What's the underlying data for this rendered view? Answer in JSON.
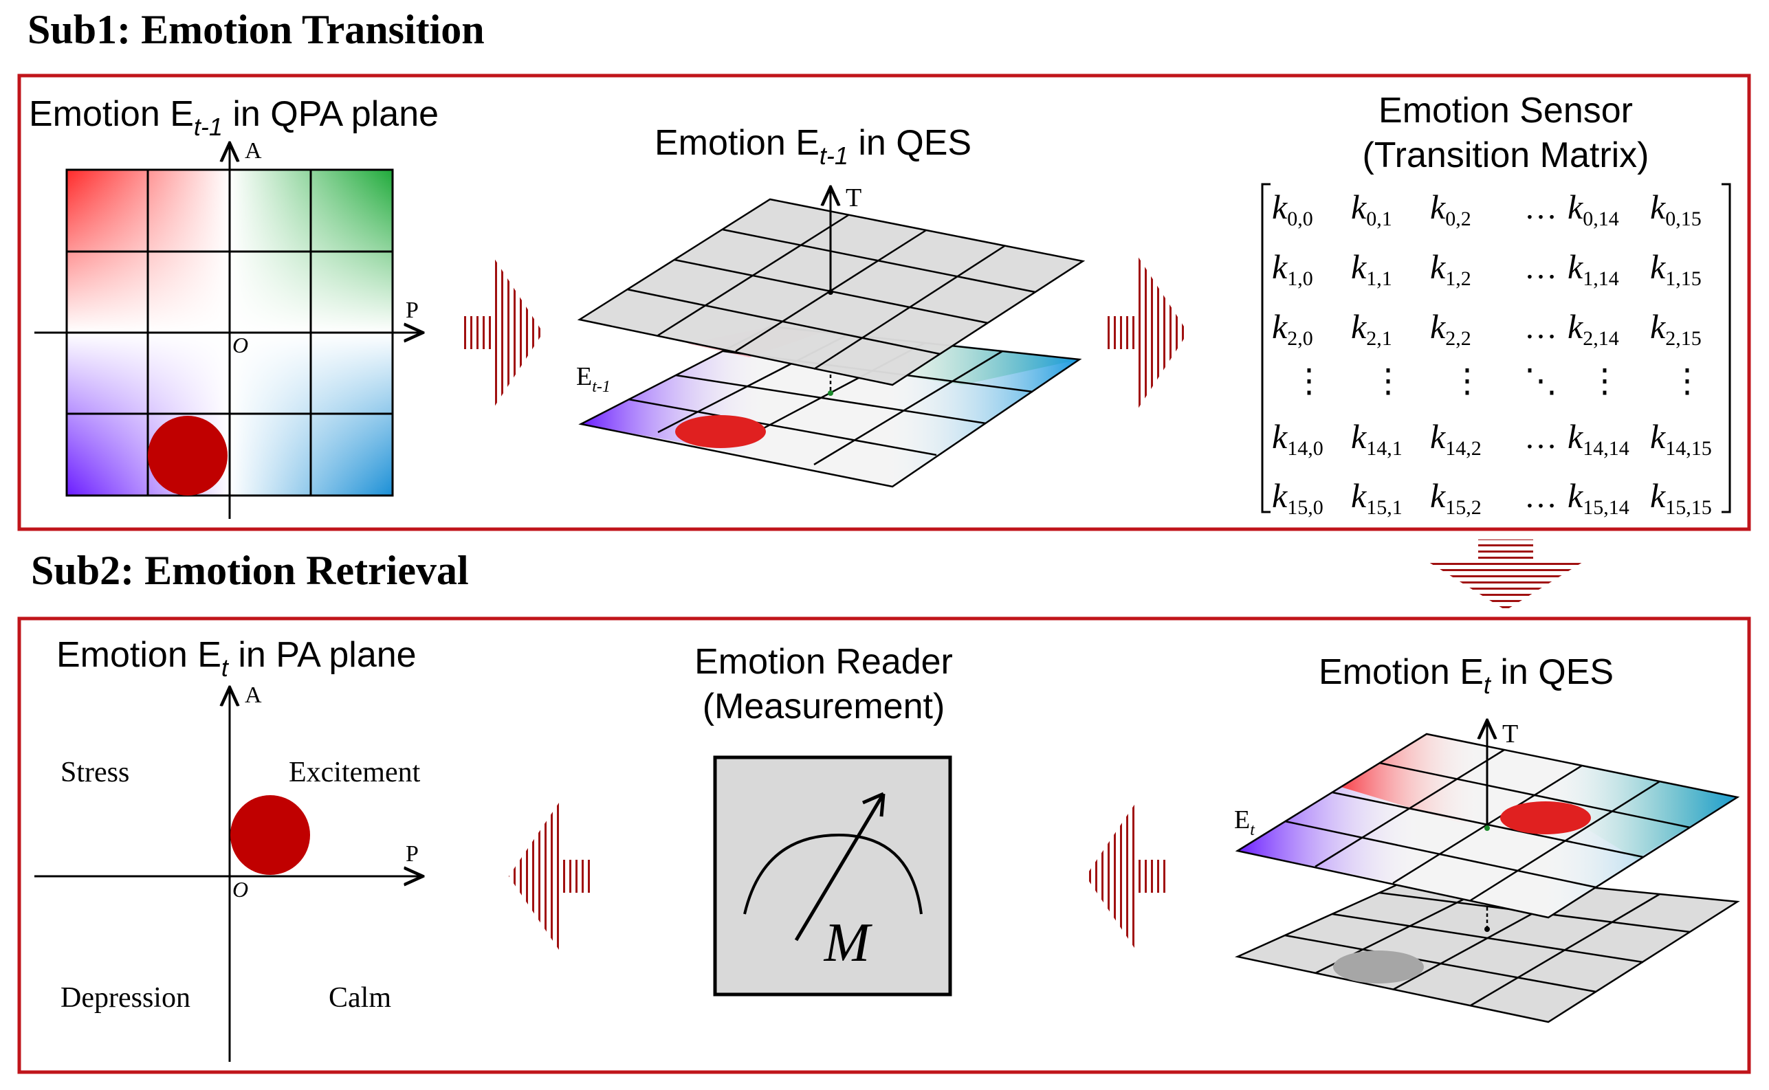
{
  "sub1": {
    "heading": "Sub1: Emotion Transition"
  },
  "sub2": {
    "heading": "Sub2: Emotion Retrieval"
  },
  "qpa_plane": {
    "title_a": "Emotion E",
    "title_sub": "t-1",
    "title_b": " in QPA plane",
    "axis_a": "A",
    "axis_p": "P",
    "origin": "O"
  },
  "qes_prev": {
    "title_a": "Emotion E",
    "title_sub": "t-1",
    "title_b": " in QES",
    "axis_t": "T",
    "label_e": "E",
    "label_e_sub": "t-1"
  },
  "sensor": {
    "title_line1": "Emotion Sensor",
    "title_line2": "(Transition Matrix)",
    "matrix_rows": [
      [
        "0,0",
        "0,1",
        "0,2",
        "…",
        "0,14",
        "0,15"
      ],
      [
        "1,0",
        "1,1",
        "1,2",
        "…",
        "1,14",
        "1,15"
      ],
      [
        "2,0",
        "2,1",
        "2,2",
        "…",
        "2,14",
        "2,15"
      ],
      [
        "⋮",
        "⋮",
        "⋮",
        "⋱",
        "⋮",
        "⋮"
      ],
      [
        "14,0",
        "14,1",
        "14,2",
        "…",
        "14,14",
        "14,15"
      ],
      [
        "15,0",
        "15,1",
        "15,2",
        "…",
        "15,14",
        "15,15"
      ]
    ],
    "k": "k"
  },
  "pa_plane": {
    "title_a": "Emotion E",
    "title_sub": "t",
    "title_b": "  in PA plane",
    "axis_a": "A",
    "axis_p": "P",
    "origin": "O",
    "q_stress": "Stress",
    "q_excitement": "Excitement",
    "q_depression": "Depression",
    "q_calm": "Calm"
  },
  "reader": {
    "title_line1": "Emotion Reader",
    "title_line2": "(Measurement)",
    "meter_letter": "M"
  },
  "qes_cur": {
    "title_a": "Emotion E",
    "title_sub": "t",
    "title_b": " in QES",
    "axis_t": "T",
    "label_e": "E",
    "label_e_sub": "t"
  },
  "colors": {
    "frame": "#c0151b",
    "emotion_dot": "#c00000",
    "qes_dot": "#e02020",
    "arrow_stripes": "#a01010",
    "grid_gray": "#d9d9d9"
  }
}
